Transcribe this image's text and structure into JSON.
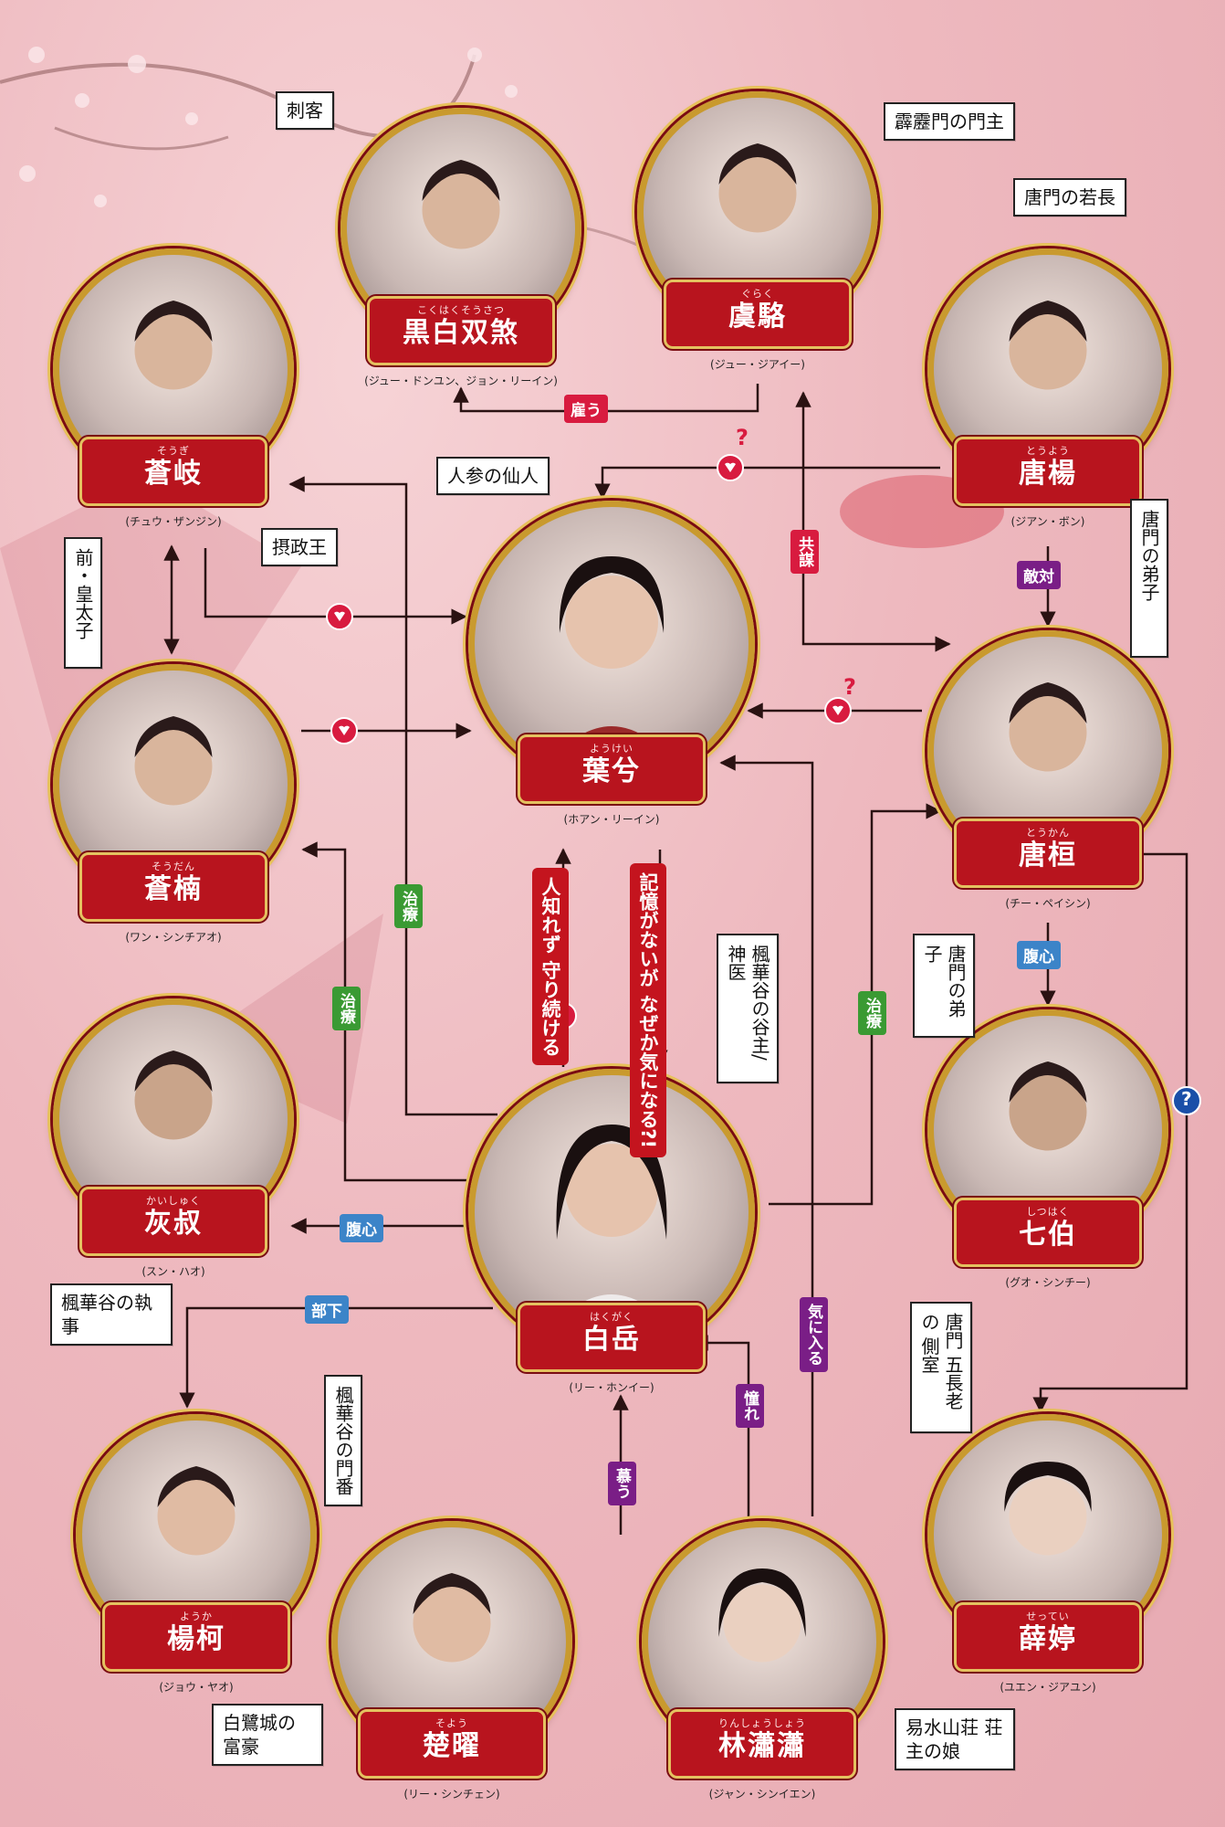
{
  "colors": {
    "line": "#2a1212",
    "heart": "#d81b3f",
    "plaque": "#b8141e",
    "frame": "#c99a2e"
  },
  "characters": [
    {
      "id": "kokubyaku",
      "ruby": "こくはくそうさつ",
      "name": "黒白双煞",
      "actor": "(ジュー・ドンユン、ジョン・リーイン)",
      "callout": "刺客"
    },
    {
      "id": "gu",
      "ruby": "ぐらく",
      "name": "虞駱",
      "actor": "(ジュー・ジアイー)",
      "callout": "霹靂門の門主"
    },
    {
      "id": "souki",
      "ruby": "そうぎ",
      "name": "蒼岐",
      "actor": "(チュウ・ザンジン)",
      "callout": "摂政王"
    },
    {
      "id": "touyou",
      "ruby": "とうよう",
      "name": "唐楊",
      "actor": "(ジアン・ボン)",
      "callout": "唐門の若長"
    },
    {
      "id": "youkei",
      "ruby": "ようけい",
      "name": "葉兮",
      "actor": "(ホアン・リーイン)",
      "callout": "人参の仙人"
    },
    {
      "id": "soudan",
      "ruby": "そうだん",
      "name": "蒼楠",
      "actor": "(ワン・シンチアオ)",
      "callout": "前・皇太子"
    },
    {
      "id": "toukan",
      "ruby": "とうかん",
      "name": "唐桓",
      "actor": "(チー・ペイシン)",
      "callout": "唐門の弟子"
    },
    {
      "id": "kaishuku",
      "ruby": "かいしゅく",
      "name": "灰叔",
      "actor": "(スン・ハオ)",
      "callout": "楓華谷の執事"
    },
    {
      "id": "hakugaku",
      "ruby": "はくがく",
      "name": "白岳",
      "actor": "(リー・ホンイー)",
      "callout": "楓華谷の谷主/神医"
    },
    {
      "id": "shichihaku",
      "ruby": "しつはく",
      "name": "七伯",
      "actor": "(グオ・シンチー)",
      "callout": "唐門の弟子"
    },
    {
      "id": "youka",
      "ruby": "ようか",
      "name": "楊柯",
      "actor": "(ジョウ・ヤオ)",
      "callout": "楓華谷の門番"
    },
    {
      "id": "soyou",
      "ruby": "そよう",
      "name": "楚曜",
      "actor": "(リー・シンチェン)",
      "callout": "白鷺城の富豪"
    },
    {
      "id": "rinshou",
      "ruby": "りんしょうしょう",
      "name": "林瀟瀟",
      "actor": "(ジャン・シンイエン)",
      "callout": "易水山荘 荘主の娘"
    },
    {
      "id": "settei",
      "ruby": "せってい",
      "name": "薛婷",
      "actor": "(ユエン・ジアユン)",
      "callout": "唐門 五長老の 側室"
    }
  ],
  "relations": {
    "yatou": "雇う",
    "kyoubou": "共謀",
    "tekitai": "敵対",
    "fukushin_a": "腹心",
    "fukushin_b": "腹心",
    "chiryou_a": "治療",
    "chiryou_b": "治療",
    "chiryou_c": "治療",
    "buka": "部下",
    "kininaru": "気に入る",
    "akogare": "憧れ",
    "shitau": "慕う",
    "hitoshirezu": "人知れず 守り続ける",
    "kioku": "記憶がないが なぜか気になる?!",
    "question": "?",
    "question2": "?",
    "question3": "?"
  }
}
